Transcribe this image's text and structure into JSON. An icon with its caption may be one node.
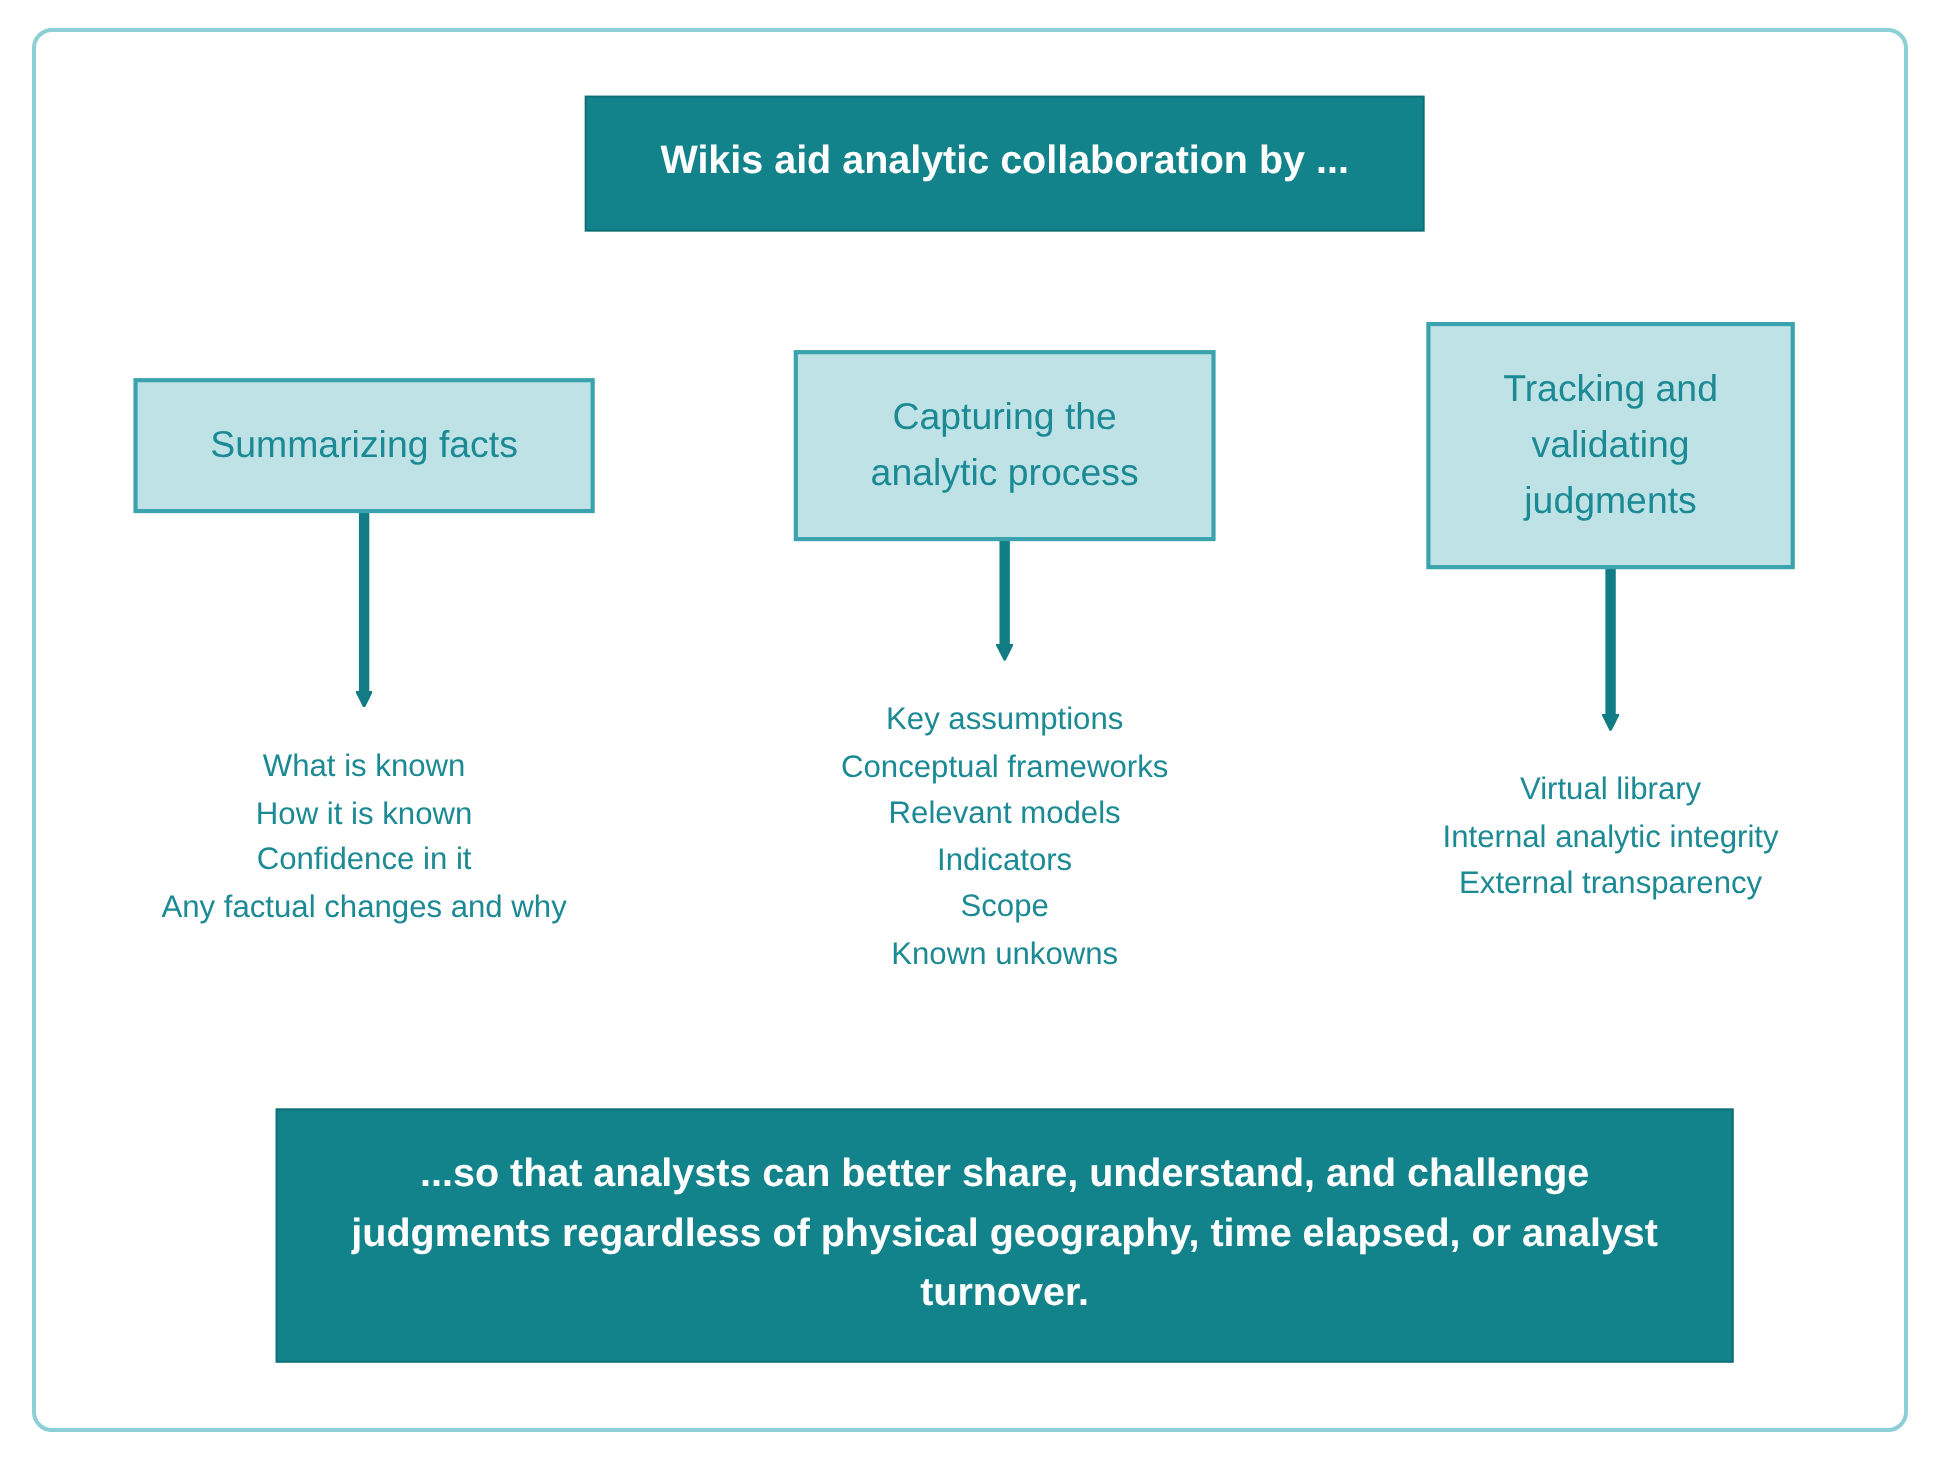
{
  "diagram": {
    "nodes": [
      {
        "text": [
          "Wikis aid analytic collaboration by ..."
        ]
      },
      {
        "text": [
          "Summarizing facts"
        ]
      },
      {
        "text": [
          "Capturing the analytic process"
        ]
      },
      {
        "text": [
          "Tracking and validating judgments"
        ]
      },
      {
        "text": [
          "What is known",
          "How it is known",
          "Confidence in it",
          "Any factual changes and why"
        ]
      },
      {
        "text": [
          "Key assumptions",
          "Conceptual frameworks",
          "Relevant models",
          "Indicators",
          "Scope",
          "Known unkowns"
        ]
      },
      {
        "text": [
          "Virtual library",
          "Internal analytic integrity",
          "External transparency"
        ]
      },
      {
        "text": [
          "...so that analysts can better share, understand, and challenge judgments regardless of physical geography, time elapsed, or analyst turnover."
        ]
      }
    ],
    "edges": [
      {
        "from": 1,
        "to": 4,
        "arrow": "to"
      },
      {
        "from": 2,
        "to": 5,
        "arrow": "to"
      },
      {
        "from": 3,
        "to": 6,
        "arrow": "to"
      }
    ]
  }
}
